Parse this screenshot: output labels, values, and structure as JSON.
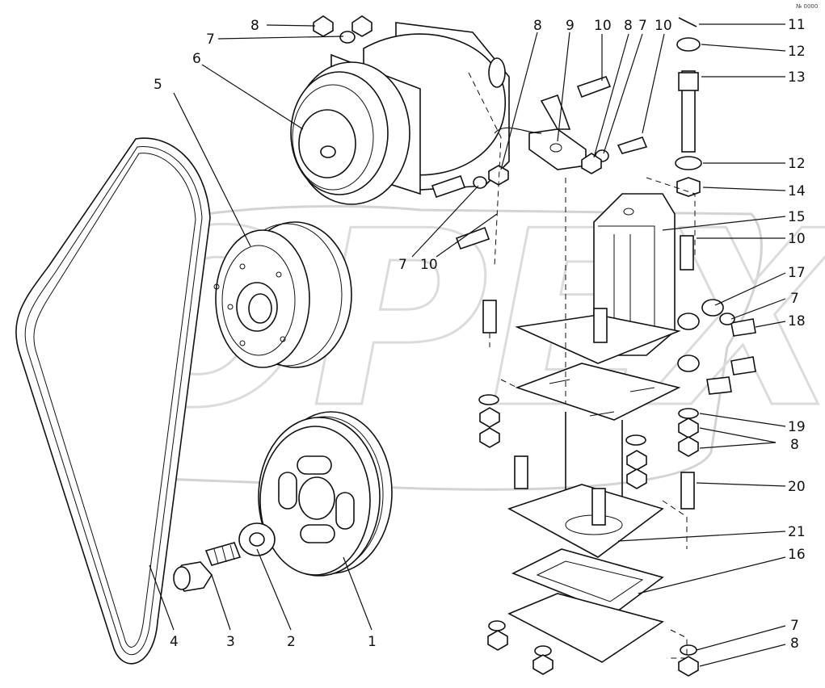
{
  "watermark": {
    "text": "OPEX"
  },
  "corner_mark": "№ 0000",
  "parts": [
    {
      "id": "p1",
      "name": "pulley-double-groove-1",
      "label": "1"
    },
    {
      "id": "p2",
      "name": "washer-2",
      "label": "2"
    },
    {
      "id": "p3",
      "name": "bolt-3",
      "label": "3"
    },
    {
      "id": "p4",
      "name": "v-belt-4",
      "label": "4"
    },
    {
      "id": "p5",
      "name": "compressor-pulley-5",
      "label": "5"
    },
    {
      "id": "p6",
      "name": "compressor-6",
      "label": "6"
    },
    {
      "id": "p7",
      "name": "spring-washer-7",
      "label": "7"
    },
    {
      "id": "p8",
      "name": "nut-8",
      "label": "8"
    },
    {
      "id": "p9",
      "name": "bracket-9",
      "label": "9"
    },
    {
      "id": "p10",
      "name": "bolt-10",
      "label": "10"
    },
    {
      "id": "p11",
      "name": "cotter-pin-11",
      "label": "11"
    },
    {
      "id": "p12",
      "name": "washer-12",
      "label": "12"
    },
    {
      "id": "p13",
      "name": "tension-screw-13",
      "label": "13"
    },
    {
      "id": "p14",
      "name": "nut-14",
      "label": "14"
    },
    {
      "id": "p15",
      "name": "bracket-15",
      "label": "15"
    },
    {
      "id": "p16",
      "name": "gasket-16",
      "label": "16"
    },
    {
      "id": "p17",
      "name": "washer-17",
      "label": "17"
    },
    {
      "id": "p18",
      "name": "bolt-18",
      "label": "18"
    },
    {
      "id": "p19",
      "name": "washer-19",
      "label": "19"
    },
    {
      "id": "p20",
      "name": "bolt-20",
      "label": "20"
    },
    {
      "id": "p21",
      "name": "support-21",
      "label": "21"
    }
  ],
  "callouts": [
    {
      "text": "8"
    },
    {
      "text": "7"
    },
    {
      "text": "6"
    },
    {
      "text": "5"
    },
    {
      "text": "8"
    },
    {
      "text": "9"
    },
    {
      "text": "10"
    },
    {
      "text": "8"
    },
    {
      "text": "7"
    },
    {
      "text": "10"
    },
    {
      "text": "11"
    },
    {
      "text": "12"
    },
    {
      "text": "13"
    },
    {
      "text": "12"
    },
    {
      "text": "14"
    },
    {
      "text": "15"
    },
    {
      "text": "10"
    },
    {
      "text": "17"
    },
    {
      "text": "7"
    },
    {
      "text": "18"
    },
    {
      "text": "7"
    },
    {
      "text": "10"
    },
    {
      "text": "19"
    },
    {
      "text": "8"
    },
    {
      "text": "20"
    },
    {
      "text": "21"
    },
    {
      "text": "16"
    },
    {
      "text": "7"
    },
    {
      "text": "8"
    },
    {
      "text": "4"
    },
    {
      "text": "3"
    },
    {
      "text": "2"
    },
    {
      "text": "1"
    }
  ]
}
